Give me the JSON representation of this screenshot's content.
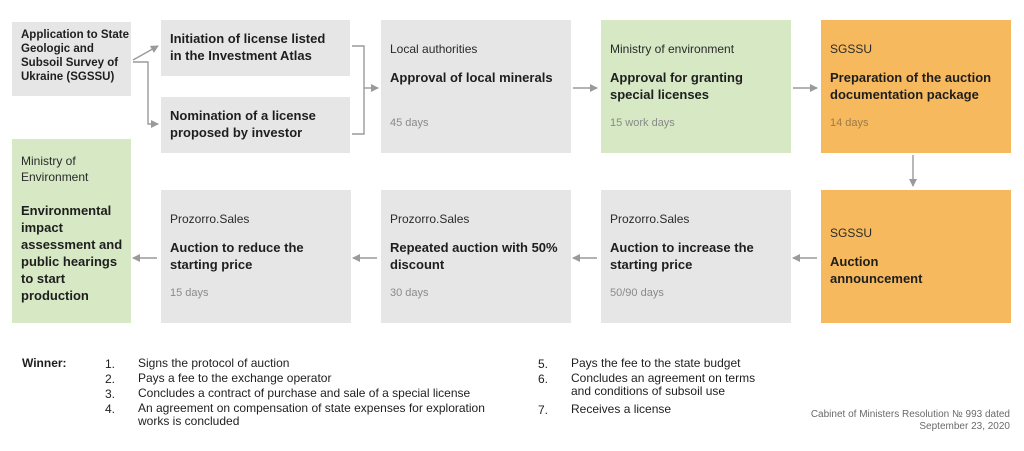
{
  "boxes": {
    "application": {
      "title": "Application to State Geologic and Subsoil Survey of Ukraine (SGSSU)"
    },
    "initiation": {
      "title": "Initiation of license listed in the Investment Atlas"
    },
    "nomination": {
      "title": "Nomination of a license proposed by investor"
    },
    "local": {
      "org": "Local authorities",
      "title": "Approval of local minerals",
      "duration": "45 days"
    },
    "ministry_env_approval": {
      "org": "Ministry of environment",
      "title": "Approval for granting special licenses",
      "duration": "15 work days"
    },
    "sgssu_prep": {
      "org": "SGSSU",
      "title": "Preparation of the auction documentation package",
      "duration": "14 days"
    },
    "sgssu_announce": {
      "org": "SGSSU",
      "title": "Auction announcement"
    },
    "increase": {
      "org": "Prozorro.Sales",
      "title": "Auction to increase the starting price",
      "duration": "50/90 days"
    },
    "repeated": {
      "org": "Prozorro.Sales",
      "title": "Repeated auction with 50% discount",
      "duration": "30 days"
    },
    "reduce": {
      "org": "Prozorro.Sales",
      "title": "Auction to reduce the starting price",
      "duration": "15 days"
    },
    "ministry_eia": {
      "org": "Ministry of Environment",
      "title": "Environmental impact assessment and public hearings to start production"
    }
  },
  "winner": {
    "label": "Winner:",
    "items": [
      {
        "n": "1.",
        "text": "Signs the protocol of auction"
      },
      {
        "n": "2.",
        "text": "Pays a fee to the exchange operator"
      },
      {
        "n": "3.",
        "text": "Concludes a contract of purchase and sale of a special license"
      },
      {
        "n": "4.",
        "text": "An agreement on compensation of state expenses for exploration works is concluded"
      },
      {
        "n": "5.",
        "text": "Pays the fee to the state budget"
      },
      {
        "n": "6.",
        "text": "Concludes an agreement on terms and conditions of subsoil use"
      },
      {
        "n": "7.",
        "text": "Receives a license"
      }
    ]
  },
  "footnote": "Cabinet of Ministers Resolution № 993 dated September 23, 2020",
  "colors": {
    "gray": "#e6e6e6",
    "green": "#d6e8c4",
    "orange": "#f7b95e",
    "arrow": "#9a9a9a"
  }
}
